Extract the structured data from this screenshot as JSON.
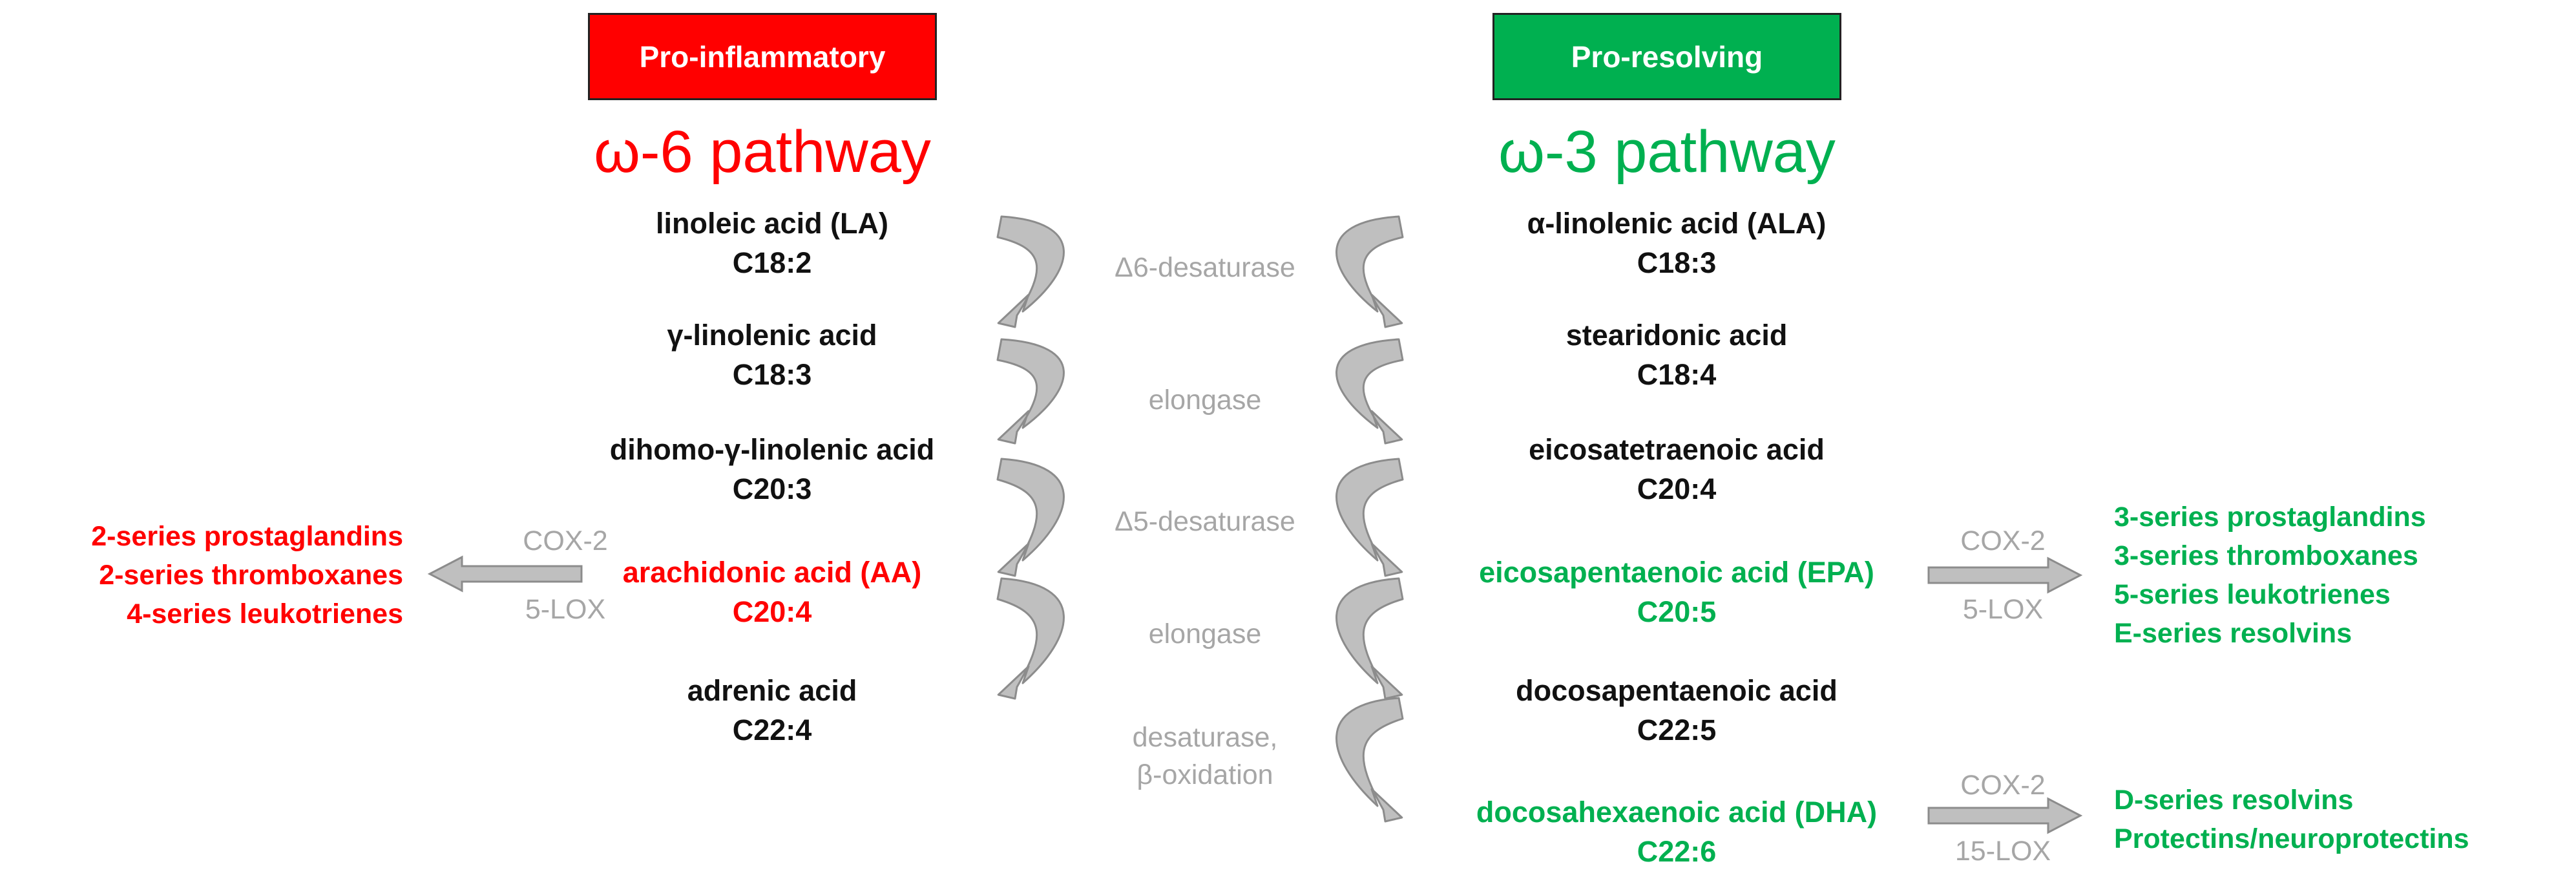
{
  "colors": {
    "inflammatory": "#ff0000",
    "resolving": "#00b050",
    "black": "#111111",
    "enzyme_gray": "#a6a6a6",
    "arrow_fill": "#bfbfbf",
    "arrow_stroke": "#8c8c8c"
  },
  "badges": {
    "left": "Pro-inflammatory",
    "right": "Pro-resolving"
  },
  "omega6": {
    "title": "ω-6 pathway",
    "steps": [
      {
        "name": "linoleic acid (LA)",
        "formula": "C18:2"
      },
      {
        "name": "γ-linolenic acid",
        "formula": "C18:3"
      },
      {
        "name": "dihomo-γ-linolenic acid",
        "formula": "C20:3"
      },
      {
        "name": "arachidonic acid (AA)",
        "formula": "C20:4"
      },
      {
        "name": "adrenic acid",
        "formula": "C22:4"
      }
    ],
    "enzyme_top": "COX-2",
    "enzyme_bottom": "5-LOX",
    "products": [
      "2-series prostaglandins",
      "2-series thromboxanes",
      "4-series leukotrienes"
    ]
  },
  "omega3": {
    "title": "ω-3 pathway",
    "steps": [
      {
        "name": "α-linolenic acid (ALA)",
        "formula": "C18:3"
      },
      {
        "name": "stearidonic acid",
        "formula": "C18:4"
      },
      {
        "name": "eicosatetraenoic acid",
        "formula": "C20:4"
      },
      {
        "name": "eicosapentaenoic acid (EPA)",
        "formula": "C20:5"
      },
      {
        "name": "docosapentaenoic acid",
        "formula": "C22:5"
      },
      {
        "name": "docosahexaenoic acid (DHA)",
        "formula": "C22:6"
      }
    ],
    "epa_enzyme_top": "COX-2",
    "epa_enzyme_bottom": "5-LOX",
    "epa_products": [
      "3-series prostaglandins",
      "3-series thromboxanes",
      "5-series leukotrienes",
      "E-series resolvins"
    ],
    "dha_enzyme_top": "COX-2",
    "dha_enzyme_bottom": "15-LOX",
    "dha_products": [
      "D-series resolvins",
      "Protectins/neuroprotectins"
    ]
  },
  "enzymes": [
    {
      "line1": "Δ6-desaturase"
    },
    {
      "line1": "elongase"
    },
    {
      "line1": "Δ5-desaturase"
    },
    {
      "line1": "elongase"
    },
    {
      "line1": "desaturase,",
      "line2": "β-oxidation"
    }
  ]
}
